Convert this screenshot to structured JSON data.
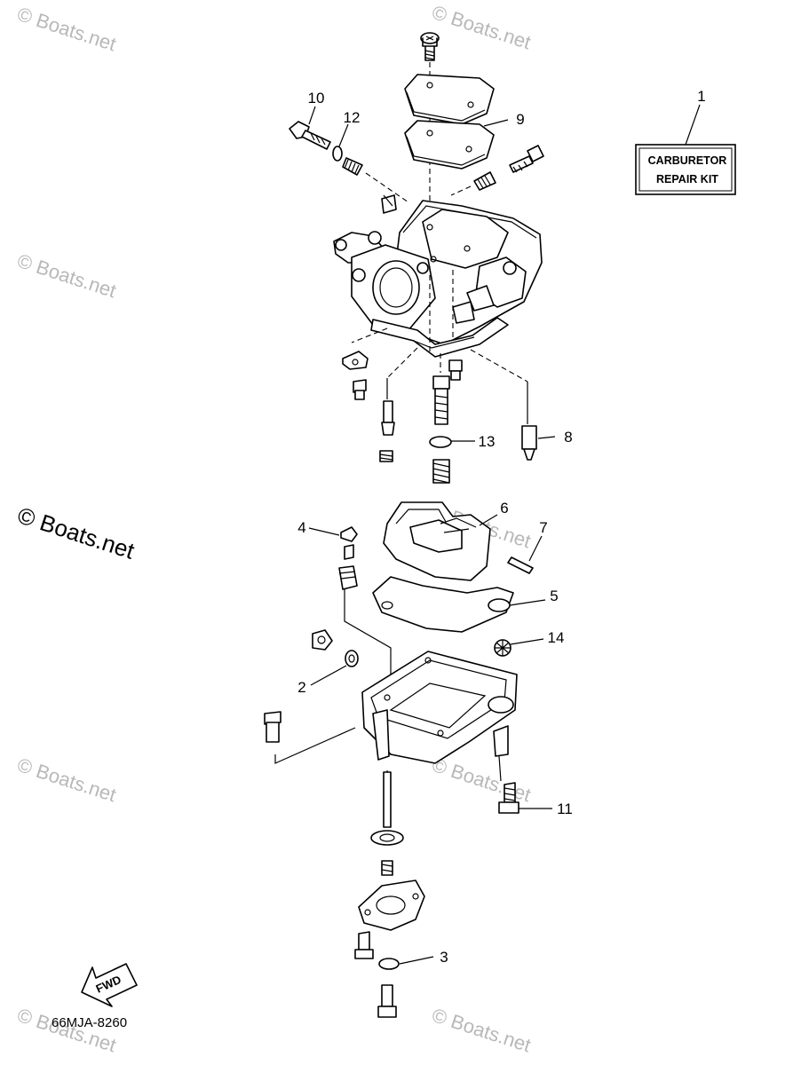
{
  "watermark": {
    "text": "Boats.net",
    "symbol": "©"
  },
  "kit_label": {
    "line1": "CARBURETOR",
    "line2": "REPAIR KIT"
  },
  "fwd_label": "FWD",
  "diagram_code": "66MJA-8260",
  "callouts": {
    "c1": "1",
    "c2": "2",
    "c3": "3",
    "c4": "4",
    "c5": "5",
    "c6": "6",
    "c7": "7",
    "c8": "8",
    "c9": "9",
    "c10": "10",
    "c11": "11",
    "c12": "12",
    "c13": "13",
    "c14": "14"
  }
}
